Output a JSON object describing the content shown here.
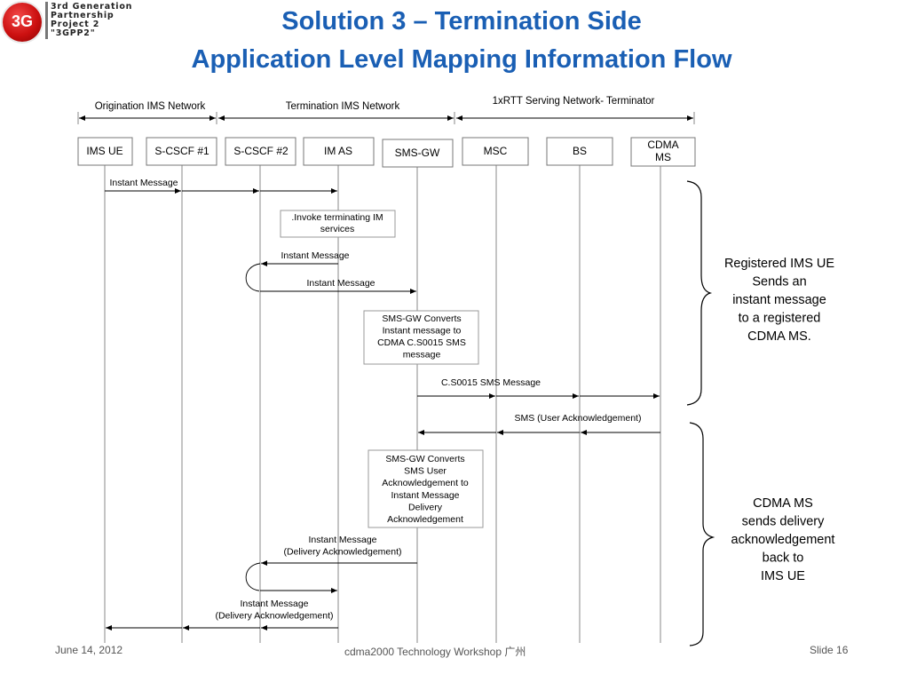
{
  "logo": {
    "mark": "3G",
    "lines": [
      "3rd Generation",
      "Partnership",
      "Project 2",
      "\"3GPP2\""
    ]
  },
  "title": {
    "line1": "Solution 3 – Termination Side",
    "line2": "Application Level Mapping Information Flow"
  },
  "networks": {
    "origination": "Origination IMS Network",
    "termination": "Termination IMS Network",
    "rtt": "1xRTT Serving Network- Terminator"
  },
  "entities": [
    "IMS UE",
    "S-CSCF #1",
    "S-CSCF #2",
    "IM AS",
    "SMS-GW",
    "MSC",
    "BS",
    "CDMA MS"
  ],
  "messages": {
    "m1": "Instant Message",
    "m2": "Instant Message",
    "m3": "Instant Message",
    "m4": "C.S0015 SMS Message",
    "m5": "SMS (User Acknowledgement)",
    "m6": [
      "Instant Message",
      "(Delivery Acknowledgement)"
    ],
    "m7": [
      "Instant Message",
      "(Delivery Acknowledgement)"
    ]
  },
  "notes": {
    "n1": [
      ".Invoke terminating IM",
      "services"
    ],
    "n2": [
      "SMS-GW Converts",
      "Instant message to",
      "CDMA C.S0015 SMS",
      "message"
    ],
    "n3": [
      "SMS-GW Converts",
      "SMS User",
      "Acknowledgement to",
      "Instant Message",
      "Delivery",
      "Acknowledgement"
    ]
  },
  "annotations": {
    "a1": [
      "Registered IMS UE",
      "Sends an",
      "instant message",
      "to a registered",
      "CDMA MS."
    ],
    "a2": [
      "CDMA MS",
      "sends delivery",
      "acknowledgement",
      "back to",
      "IMS UE"
    ]
  },
  "footer": {
    "date": "June 14, 2012",
    "event": "cdma2000 Technology Workshop 广州",
    "slide": "Slide 16"
  },
  "colors": {
    "title": "#1a5fb4",
    "logo": "#cc1010"
  }
}
